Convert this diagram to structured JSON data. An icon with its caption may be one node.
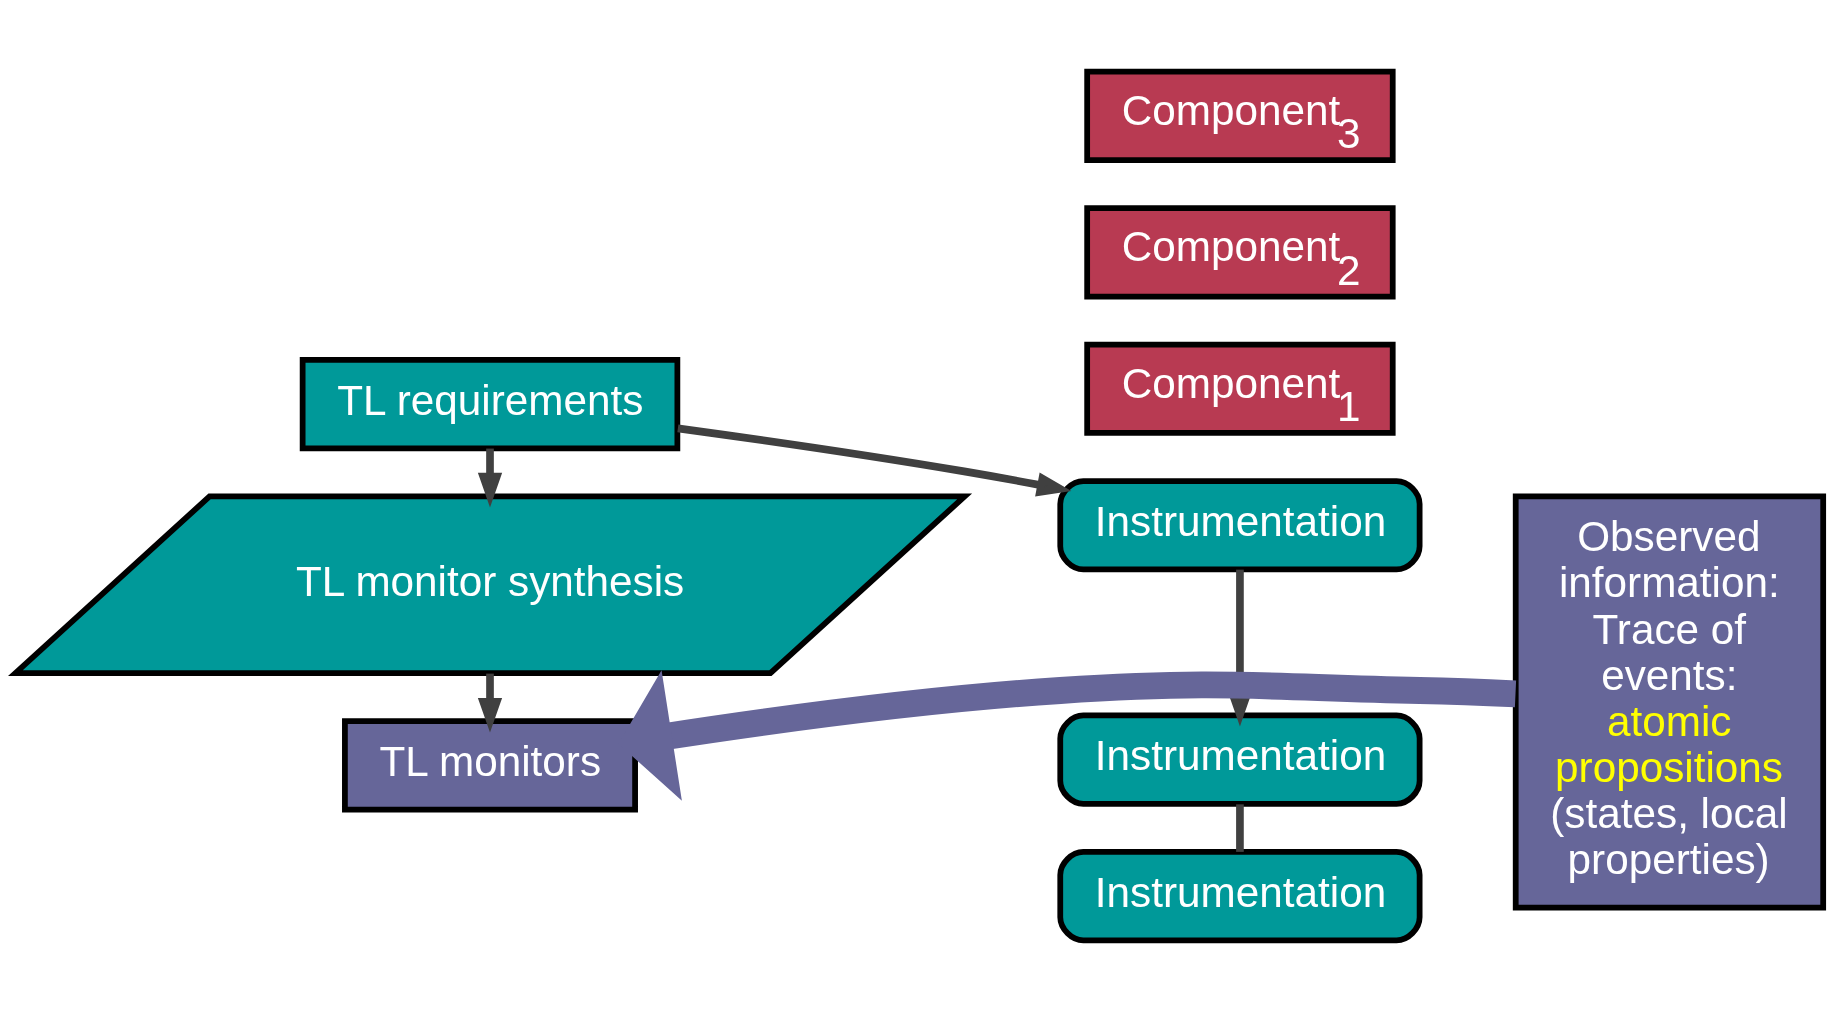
{
  "diagram": {
    "nodes": [
      {
        "text": [
          "TL requirements"
        ]
      },
      {
        "text": [
          "Component$_{1}$"
        ]
      },
      {
        "text": [
          "Instrumentation"
        ]
      },
      {
        "text": [
          "Component$_{2}$"
        ]
      },
      {
        "text": [
          "Instrumentation"
        ]
      },
      {
        "text": [
          "Component$_{3}$"
        ]
      },
      {
        "text": [
          "Instrumentation"
        ]
      },
      {
        "text": [
          "Observed information: Trace of events:",
          "atomic propositions",
          "(states, local properties)"
        ]
      },
      {
        "text": [
          "TL monitor synthesis"
        ]
      },
      {
        "text": [
          "TL monitors"
        ]
      }
    ],
    "edges": [
      {
        "from": 0,
        "to": 2,
        "arrow": "to"
      },
      {
        "from": 2,
        "to": 4,
        "arrow": "to"
      },
      {
        "from": 4,
        "to": 6,
        "arrow": "none"
      },
      {
        "from": 0,
        "to": 8,
        "arrow": "to"
      },
      {
        "from": 8,
        "to": 9,
        "arrow": "to"
      },
      {
        "from": 7,
        "to": 9,
        "arrow": "to",
        "style": "thick",
        "color": "#666699"
      }
    ]
  }
}
